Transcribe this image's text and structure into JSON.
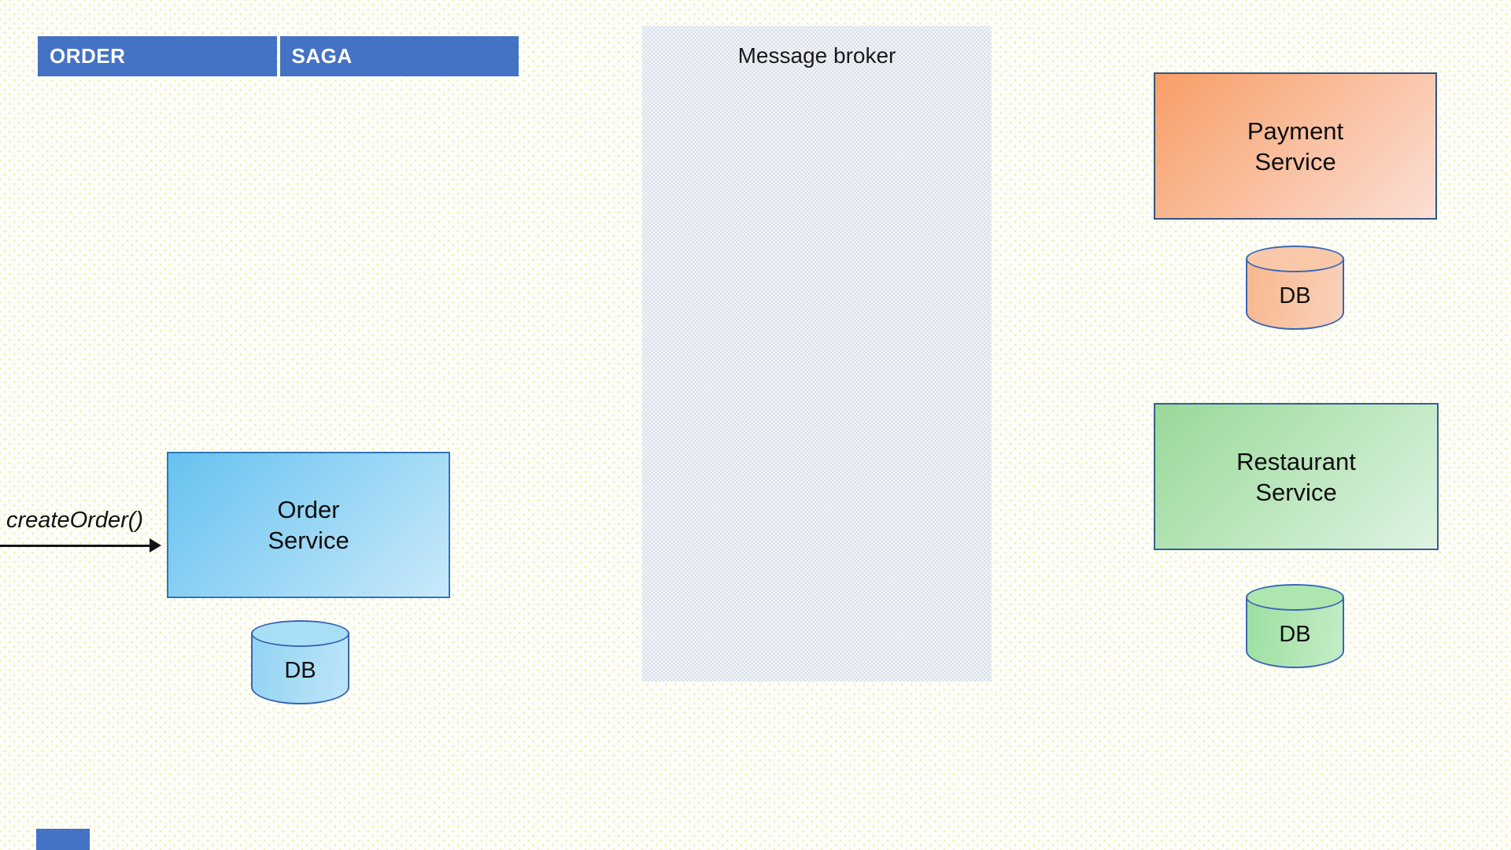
{
  "saga_header": {
    "order_label": "ORDER",
    "saga_label": "SAGA"
  },
  "message_broker": {
    "title": "Message broker"
  },
  "order_service": {
    "name_line1": "Order",
    "name_line2": "Service",
    "db_label": "DB",
    "invocation_label": "createOrder()"
  },
  "payment_service": {
    "name_line1": "Payment",
    "name_line2": "Service",
    "db_label": "DB"
  },
  "restaurant_service": {
    "name_line1": "Restaurant",
    "name_line2": "Service",
    "db_label": "DB"
  },
  "colors": {
    "header_bg": "#4472C4",
    "header_text": "#FFFFFF",
    "broker_panel_bg": "#E8EBF0",
    "order_box_gradient_from": "#66C2EF",
    "order_box_gradient_to": "#C9E9FB",
    "order_box_border": "#2E75B6",
    "payment_box_gradient_from": "#F89E66",
    "payment_box_gradient_to": "#FBDFD6",
    "restaurant_box_gradient_from": "#98D998",
    "restaurant_box_gradient_to": "#DFF3E2",
    "dark_box_border": "#34547E",
    "db_border": "#3A66B5",
    "order_db_fill": "#A9DEF7",
    "payment_db_fill": "#F9C8A8",
    "restaurant_db_fill": "#AEE6B0",
    "arrow_color": "#151515",
    "background_dot_color": "#F2ECA4"
  }
}
